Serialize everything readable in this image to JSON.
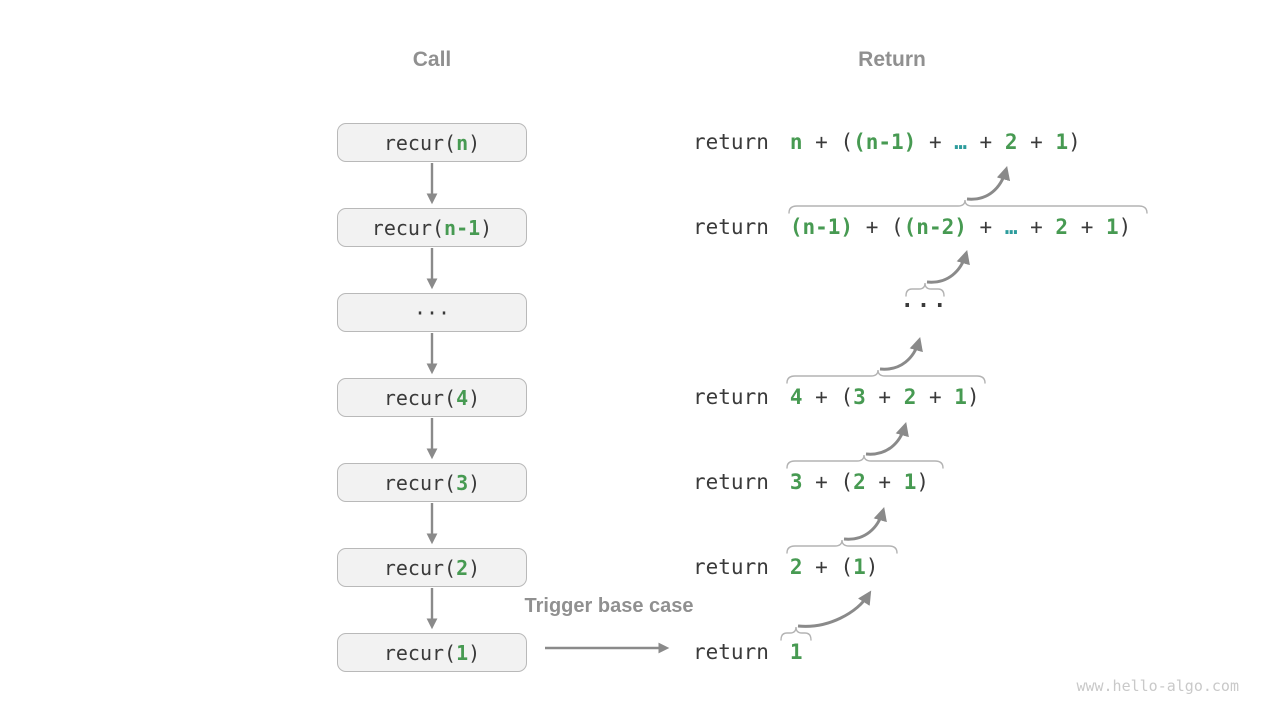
{
  "headers": {
    "call": "Call",
    "return": "Return"
  },
  "trigger_label": "Trigger base case",
  "watermark": "www.hello-algo.com",
  "colors": {
    "accent_green": "#479a52",
    "accent_teal": "#2d9c9c",
    "text_dark": "#3a3a3a",
    "header_gray": "#909090",
    "arrow_gray": "#8a8a8a",
    "box_fill": "#f2f2f2",
    "box_border": "#b9b9b9"
  },
  "call_boxes": [
    {
      "segs": [
        {
          "t": "recur(",
          "c": "d"
        },
        {
          "t": "n",
          "c": "g"
        },
        {
          "t": ")",
          "c": "d"
        }
      ]
    },
    {
      "segs": [
        {
          "t": "recur(",
          "c": "d"
        },
        {
          "t": "n-1",
          "c": "g"
        },
        {
          "t": ")",
          "c": "d"
        }
      ]
    },
    {
      "segs": [
        {
          "t": "···",
          "c": "d"
        }
      ]
    },
    {
      "segs": [
        {
          "t": "recur(",
          "c": "d"
        },
        {
          "t": "4",
          "c": "g"
        },
        {
          "t": ")",
          "c": "d"
        }
      ]
    },
    {
      "segs": [
        {
          "t": "recur(",
          "c": "d"
        },
        {
          "t": "3",
          "c": "g"
        },
        {
          "t": ")",
          "c": "d"
        }
      ]
    },
    {
      "segs": [
        {
          "t": "recur(",
          "c": "d"
        },
        {
          "t": "2",
          "c": "g"
        },
        {
          "t": ")",
          "c": "d"
        }
      ]
    },
    {
      "segs": [
        {
          "t": "recur(",
          "c": "d"
        },
        {
          "t": "1",
          "c": "g"
        },
        {
          "t": ")",
          "c": "d"
        }
      ]
    }
  ],
  "return_mid_ellipsis": "···",
  "return_lines": [
    {
      "keyword": "return",
      "segs": [
        {
          "t": "n",
          "c": "g"
        },
        {
          "t": " + (",
          "c": "d"
        },
        {
          "t": "(n-1)",
          "c": "g"
        },
        {
          "t": " + ",
          "c": "d"
        },
        {
          "t": "…",
          "c": "t"
        },
        {
          "t": " + ",
          "c": "d"
        },
        {
          "t": "2",
          "c": "g"
        },
        {
          "t": " + ",
          "c": "d"
        },
        {
          "t": "1",
          "c": "g"
        },
        {
          "t": ")",
          "c": "d"
        }
      ]
    },
    {
      "keyword": "return",
      "segs": [
        {
          "t": "(n-1)",
          "c": "g"
        },
        {
          "t": " + (",
          "c": "d"
        },
        {
          "t": "(n-2)",
          "c": "g"
        },
        {
          "t": " + ",
          "c": "d"
        },
        {
          "t": "…",
          "c": "t"
        },
        {
          "t": " + ",
          "c": "d"
        },
        {
          "t": "2",
          "c": "g"
        },
        {
          "t": " + ",
          "c": "d"
        },
        {
          "t": "1",
          "c": "g"
        },
        {
          "t": ")",
          "c": "d"
        }
      ]
    },
    {
      "keyword": "return",
      "segs": [
        {
          "t": "4",
          "c": "g"
        },
        {
          "t": " + (",
          "c": "d"
        },
        {
          "t": "3",
          "c": "g"
        },
        {
          "t": " + ",
          "c": "d"
        },
        {
          "t": "2",
          "c": "g"
        },
        {
          "t": " + ",
          "c": "d"
        },
        {
          "t": "1",
          "c": "g"
        },
        {
          "t": ")",
          "c": "d"
        }
      ]
    },
    {
      "keyword": "return",
      "segs": [
        {
          "t": "3",
          "c": "g"
        },
        {
          "t": " + (",
          "c": "d"
        },
        {
          "t": "2",
          "c": "g"
        },
        {
          "t": " + ",
          "c": "d"
        },
        {
          "t": "1",
          "c": "g"
        },
        {
          "t": ")",
          "c": "d"
        }
      ]
    },
    {
      "keyword": "return",
      "segs": [
        {
          "t": "2",
          "c": "g"
        },
        {
          "t": " + (",
          "c": "d"
        },
        {
          "t": "1",
          "c": "g"
        },
        {
          "t": ")",
          "c": "d"
        }
      ]
    },
    {
      "keyword": "return",
      "segs": [
        {
          "t": "1",
          "c": "g"
        }
      ]
    }
  ]
}
